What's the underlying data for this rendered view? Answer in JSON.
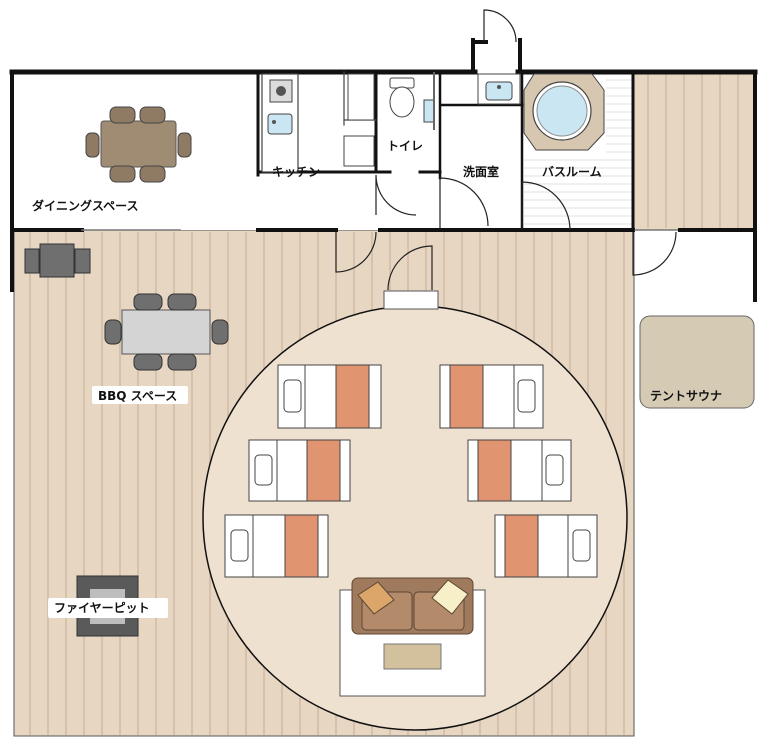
{
  "rooms": {
    "dining": "ダイニングスペース",
    "kitchen": "キッチン",
    "toilet": "トイレ",
    "washroom": "洗面室",
    "bathroom": "バスルーム",
    "bbq": "BBQ スペース",
    "firepit": "ファイヤーピット",
    "sauna": "テントサウナ"
  },
  "colors": {
    "deck": "#e6d6c2",
    "deck_line": "#cbb69e",
    "tent_floor": "#efe1cf",
    "wall": "#111111",
    "table_brown": "#a08c72",
    "chair_brown": "#8f7a63",
    "bbq_table": "#d4d4d4",
    "bbq_chair": "#6f6f6f",
    "pillow": "#e09570",
    "sofa": "#a07a5c",
    "sauna": "#d5cab4",
    "tub_water": "#c9e6f2"
  },
  "icons": {
    "bathtub": "round-bathtub-icon",
    "toilet": "toilet-icon",
    "sink": "sink-icon",
    "stove": "stove-icon"
  }
}
